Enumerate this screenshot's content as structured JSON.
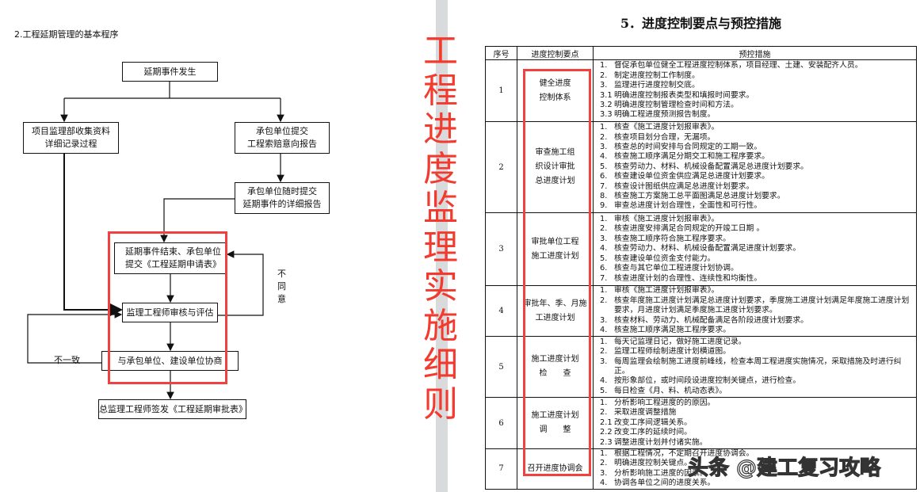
{
  "flowchart": {
    "title": "2.工程延期管理的基本程序",
    "nodes": {
      "start": [
        "延期事件发生"
      ],
      "collect": [
        "项目监理部收集资料",
        "详细记录过程"
      ],
      "intent": [
        "承包单位提交",
        "工程索赔意向报告"
      ],
      "detail": [
        "承包单位随时提交",
        "延期事件的详细报告"
      ],
      "apply": [
        "延期事件结束、承包单位",
        "提交《工程延期申请表》"
      ],
      "review": [
        "监理工程师审核与评估"
      ],
      "consult": [
        "与承包单位、建设单位协商"
      ],
      "sign": [
        "总监理工程师签发《工程延期审批表》"
      ]
    },
    "labels": {
      "disagree": "不同意",
      "inconsistent": "不一致"
    }
  },
  "vertical_title": "工程进度监理实施细则",
  "table": {
    "title": "5．进度控制要点与预控措施",
    "headers": [
      "序号",
      "进度控制要点",
      "预控措施"
    ],
    "rows": [
      {
        "no": "1",
        "point": [
          "健全进度",
          "控制体系"
        ],
        "measures": [
          [
            "1.",
            "督促承包单位健全工程进度控制体系，项目经理、土建、安装配齐人员。"
          ],
          [
            "2.",
            "制定进度控制工作制度。"
          ],
          [
            "3.",
            "监理进行进度控制交底。"
          ],
          [
            "3.1",
            "明确进度控制报表类型和填报时间要求。"
          ],
          [
            "3.2",
            "明确进度控制管理检查时间和方法。"
          ],
          [
            "3.3",
            "明确工程进度预测报告制度。"
          ]
        ]
      },
      {
        "no": "2",
        "point": [
          "审查施工组",
          "织设计审批",
          "总进度计划"
        ],
        "measures": [
          [
            "1.",
            "核查《施工进度计划报审表》。"
          ],
          [
            "2.",
            "核查项目划分合理，无漏项。"
          ],
          [
            "3.",
            "核查总的时间安排与合同规定的工期一致。"
          ],
          [
            "4.",
            "核查施工顺序满足分期交工和施工程序要求。"
          ],
          [
            "5.",
            "核查劳动力、材料、机械设备配置满足总进度计划要求。"
          ],
          [
            "6.",
            "核查建设单位资金供应满足总进度计划要求。"
          ],
          [
            "7.",
            "核查设计图纸供应满足总进度计划要求。"
          ],
          [
            "8.",
            "核查施工方案施工总平面图满足总进度计划要求。"
          ],
          [
            "9.",
            "审查总进度计划合理性，全面性和可行性。"
          ]
        ]
      },
      {
        "no": "3",
        "point": [
          "审批单位工程",
          "施工进度计划"
        ],
        "measures": [
          [
            "1.",
            "审核《施工进度计划报审表》。"
          ],
          [
            "2.",
            "核查进度安排满足合同规定的开竣工日期 。"
          ],
          [
            "3.",
            "核查施工顺序符合施工程序要求。"
          ],
          [
            "4.",
            "核查劳动力、材料、机械设备配置满足进度计划要求。"
          ],
          [
            "5.",
            "核查建设单位资金支付能力。"
          ],
          [
            "6.",
            "核查与其它单位工程进度计划协调。"
          ],
          [
            "7.",
            "核查进度计划的合理性、连续性和均衡性。"
          ]
        ]
      },
      {
        "no": "4",
        "point": [
          "审批年、季、月施",
          "工进度计划"
        ],
        "measures": [
          [
            "1.",
            "审核《施工进度计划报审表》。"
          ],
          [
            "2.",
            "核查年度施工进度计划满足总进度计划要求，季度施工进度计划满足年度施工进度计划要求，月进度计划满足季度施工进度计划要求。"
          ],
          [
            "3.",
            "核查材料、劳动力、机械配备满足各阶段进度计划要求。"
          ],
          [
            "4.",
            "核查施工顺序满足施工程序要求。"
          ]
        ]
      },
      {
        "no": "5",
        "point": [
          "施工进度计划",
          "检　　查"
        ],
        "measures": [
          [
            "1.",
            "每天记监理日记，做好施工进度记录。"
          ],
          [
            "2.",
            "监理工程师绘制进度计划横道图。"
          ],
          [
            "3.",
            "每周监理会绘制施工进度前峰线，检查本周工程进度实施情况，采取措施及时进行纠正。"
          ],
          [
            "4.",
            "按形象部位，或时间段设进度控制关键点，进行检查。"
          ],
          [
            "5.",
            "每日检查《月、料、机动态表》。"
          ]
        ]
      },
      {
        "no": "6",
        "point": [
          "施工进度计划",
          "调　　整"
        ],
        "measures": [
          [
            "1.",
            "分析影响工程进度的的原因。"
          ],
          [
            "2.",
            "采取进度调整措施"
          ],
          [
            "2.1",
            "改变工序间逻辑关系。"
          ],
          [
            "2.2",
            "改变工序的延续时间。"
          ],
          [
            "2.3",
            "调整进度计划并付诸实施。"
          ]
        ]
      },
      {
        "no": "7",
        "point": [
          "召开进度协调会"
        ],
        "measures": [
          [
            "1.",
            "根据工程情况，不定期召开进度协调会。"
          ],
          [
            "2.",
            "明确进度控制关键点。"
          ],
          [
            "3.",
            "分析影响施工进度的因素。"
          ],
          [
            "4.",
            "协调各单位之间的进度关系。"
          ]
        ]
      }
    ]
  },
  "watermark": "头条 @建工复习攻略",
  "colors": {
    "highlight": "#f04040",
    "vertical_title": "#f23a2e"
  }
}
